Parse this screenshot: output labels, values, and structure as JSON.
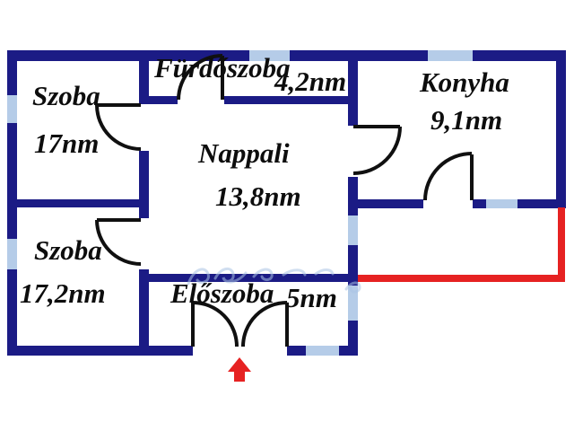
{
  "palette": {
    "background": "#ffffff",
    "wall": "#1b1b85",
    "window": "#b5cce8",
    "door": "#101010",
    "red": "#e62222",
    "text": "#0d0d0d",
    "watermark": "#a9c3e3"
  },
  "rooms": [
    {
      "key": "szoba-1",
      "name": "Szoba",
      "area": "17nm"
    },
    {
      "key": "furdoszoba",
      "name": "Fürdőszoba",
      "area": "4,2nm"
    },
    {
      "key": "konyha",
      "name": "Konyha",
      "area": "9,1nm"
    },
    {
      "key": "nappali",
      "name": "Nappali",
      "area": "13,8nm"
    },
    {
      "key": "szoba-2",
      "name": "Szoba",
      "area": "17,2nm"
    },
    {
      "key": "eloszoba",
      "name": "Előszoba",
      "area": "5nm"
    }
  ],
  "entrance": {
    "arrow_direction": "up"
  }
}
